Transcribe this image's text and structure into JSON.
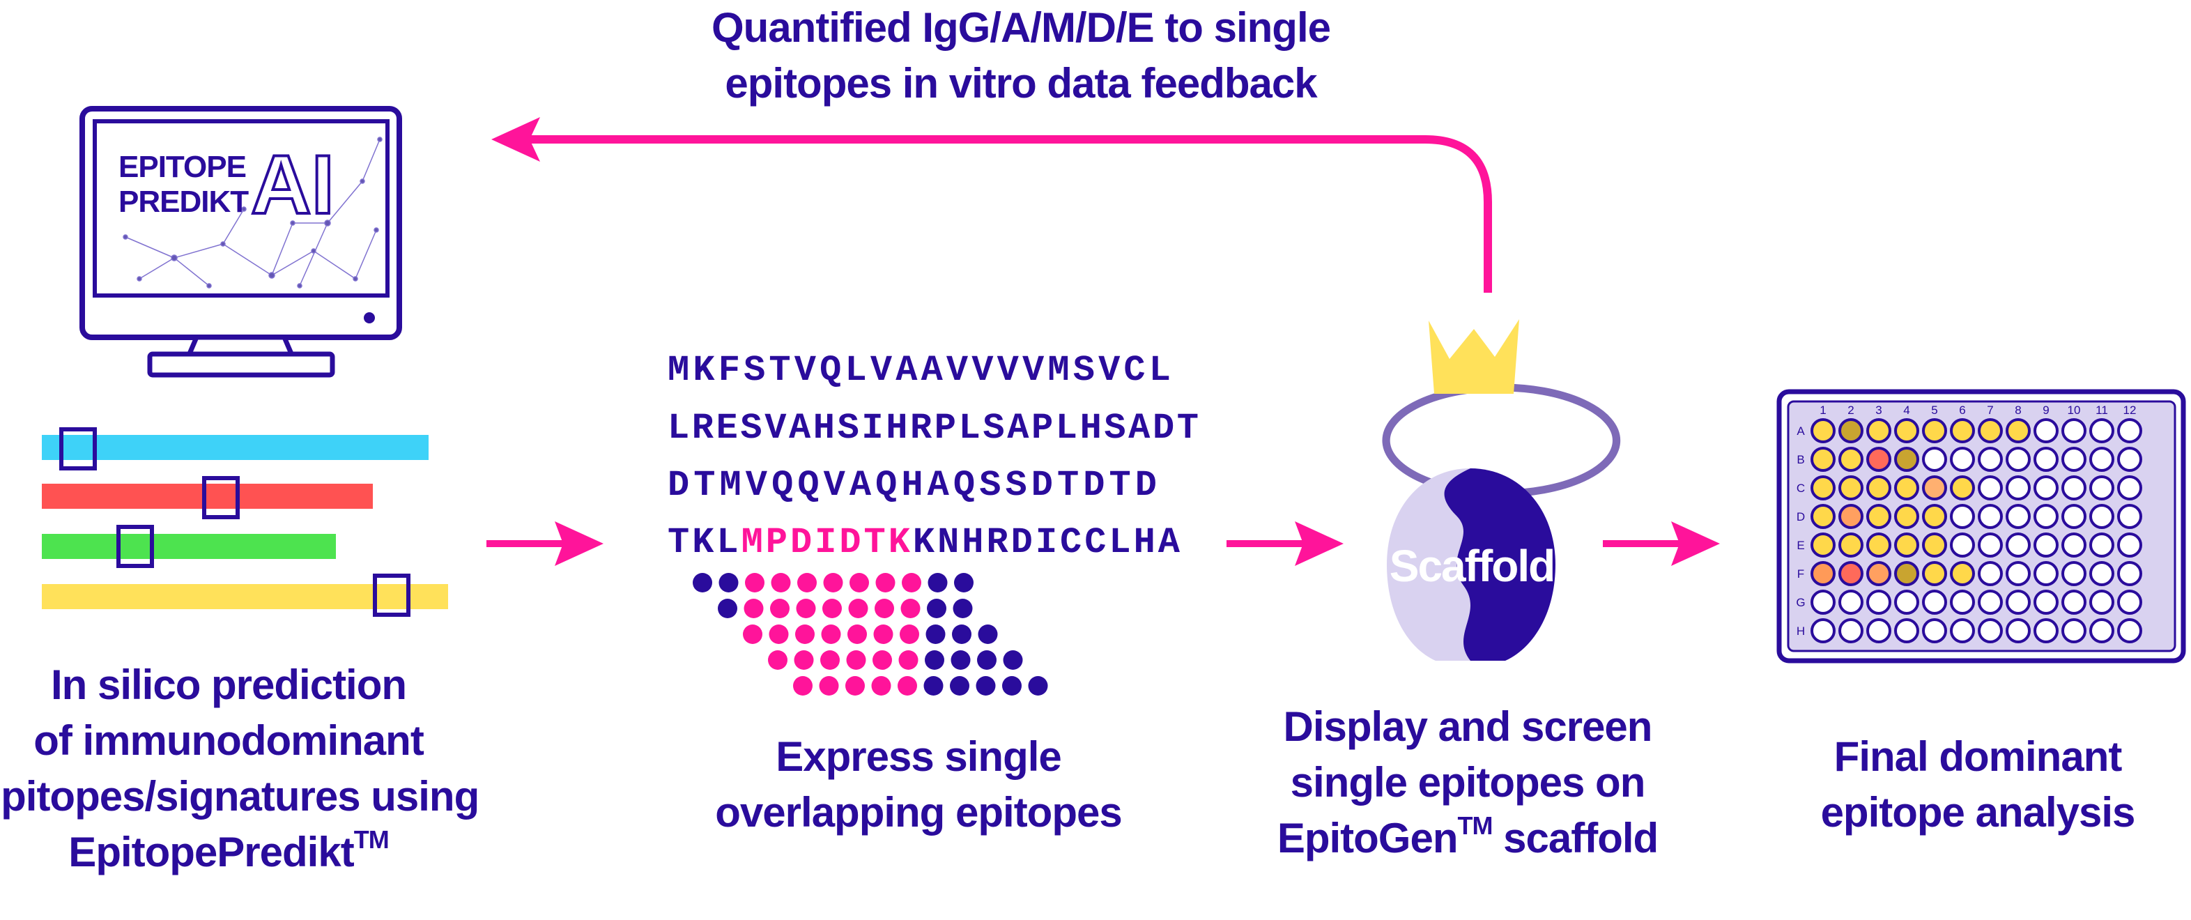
{
  "feedback": {
    "line1": "Quantified IgG/A/M/D/E to single",
    "line2": "epitopes in vitro data feedback"
  },
  "monitor": {
    "brand_line1": "EPITOPE",
    "brand_line2": "PREDIKT",
    "ai": "AI"
  },
  "step1": {
    "line1": "In silico prediction",
    "line2": "of immunodominant",
    "line3": "epitopes/signatures using",
    "line4": "EpitopePredikt",
    "tm": "TM"
  },
  "sequence": {
    "row1": "MKFSTVQLVAAVVVVMSVCL",
    "row2": "LRESVAHSIHRPLSAPLHSADT",
    "row3": "DTMVQQVAQHAQSSDTDTD",
    "row4a": "TKL",
    "row4b": "MPDIDTK",
    "row4c": "KNHRDICCLHA"
  },
  "step2": {
    "line1": "Express single",
    "line2": "overlapping epitopes"
  },
  "scaffold": {
    "label": "Scaffold"
  },
  "step3": {
    "line1": "Display and screen",
    "line2": "single epitopes on",
    "line3": "EpitoGen",
    "tm": "TM",
    "line3b": " scaffold"
  },
  "plate": {
    "columns": [
      "1",
      "2",
      "3",
      "4",
      "5",
      "6",
      "7",
      "8",
      "9",
      "10",
      "11",
      "12"
    ],
    "rows": [
      "A",
      "B",
      "C",
      "D",
      "E",
      "F",
      "G",
      "H"
    ]
  },
  "step4": {
    "line1": "Final dominant",
    "line2": "epitope analysis"
  },
  "colors": {
    "navy": "#2a0c9c",
    "pink": "#ff149a",
    "cyan": "#3ed2f8",
    "red": "#ff5252",
    "green": "#4de34f",
    "yellow": "#ffe15a",
    "lavender": "#d9d2f0"
  }
}
